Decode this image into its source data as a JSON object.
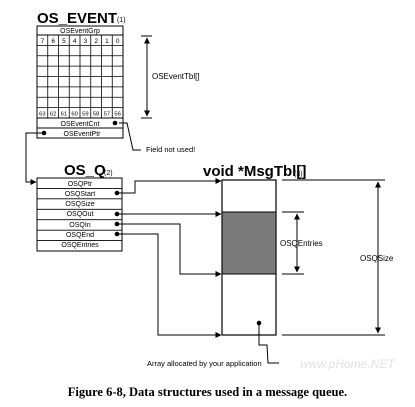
{
  "event": {
    "title": "OS_EVENT",
    "note": "(1)",
    "grp_label": "OSEventGrp",
    "grp_bits": [
      "7",
      "6",
      "5",
      "4",
      "3",
      "2",
      "1",
      "0"
    ],
    "last_row_bits": [
      "63",
      "62",
      "61",
      "60",
      "59",
      "58",
      "57",
      "56"
    ],
    "tbl_label": "OSEventTbl[]",
    "fields": [
      "OSEventCnt",
      "OSEventPtr"
    ],
    "field_note": "Field not used!"
  },
  "queue": {
    "title": "OS_Q",
    "note": "(2)",
    "fields": [
      "OSQPtr",
      "OSQStart",
      "OSQSize",
      "OSQOut",
      "OSQIn",
      "OSQEnd",
      "OSQEntries"
    ]
  },
  "msgtbl": {
    "title": "void *MsgTbl[]",
    "note": "(3)",
    "entries_label": "OSQEntries",
    "size_label": "OSQSize",
    "alloc_label": "Array allocated by your application",
    "fill_color": "#7a7a7a"
  },
  "caption": "Figure 6-8, Data structures used in a message queue.",
  "watermark": "www.pHome.NET"
}
